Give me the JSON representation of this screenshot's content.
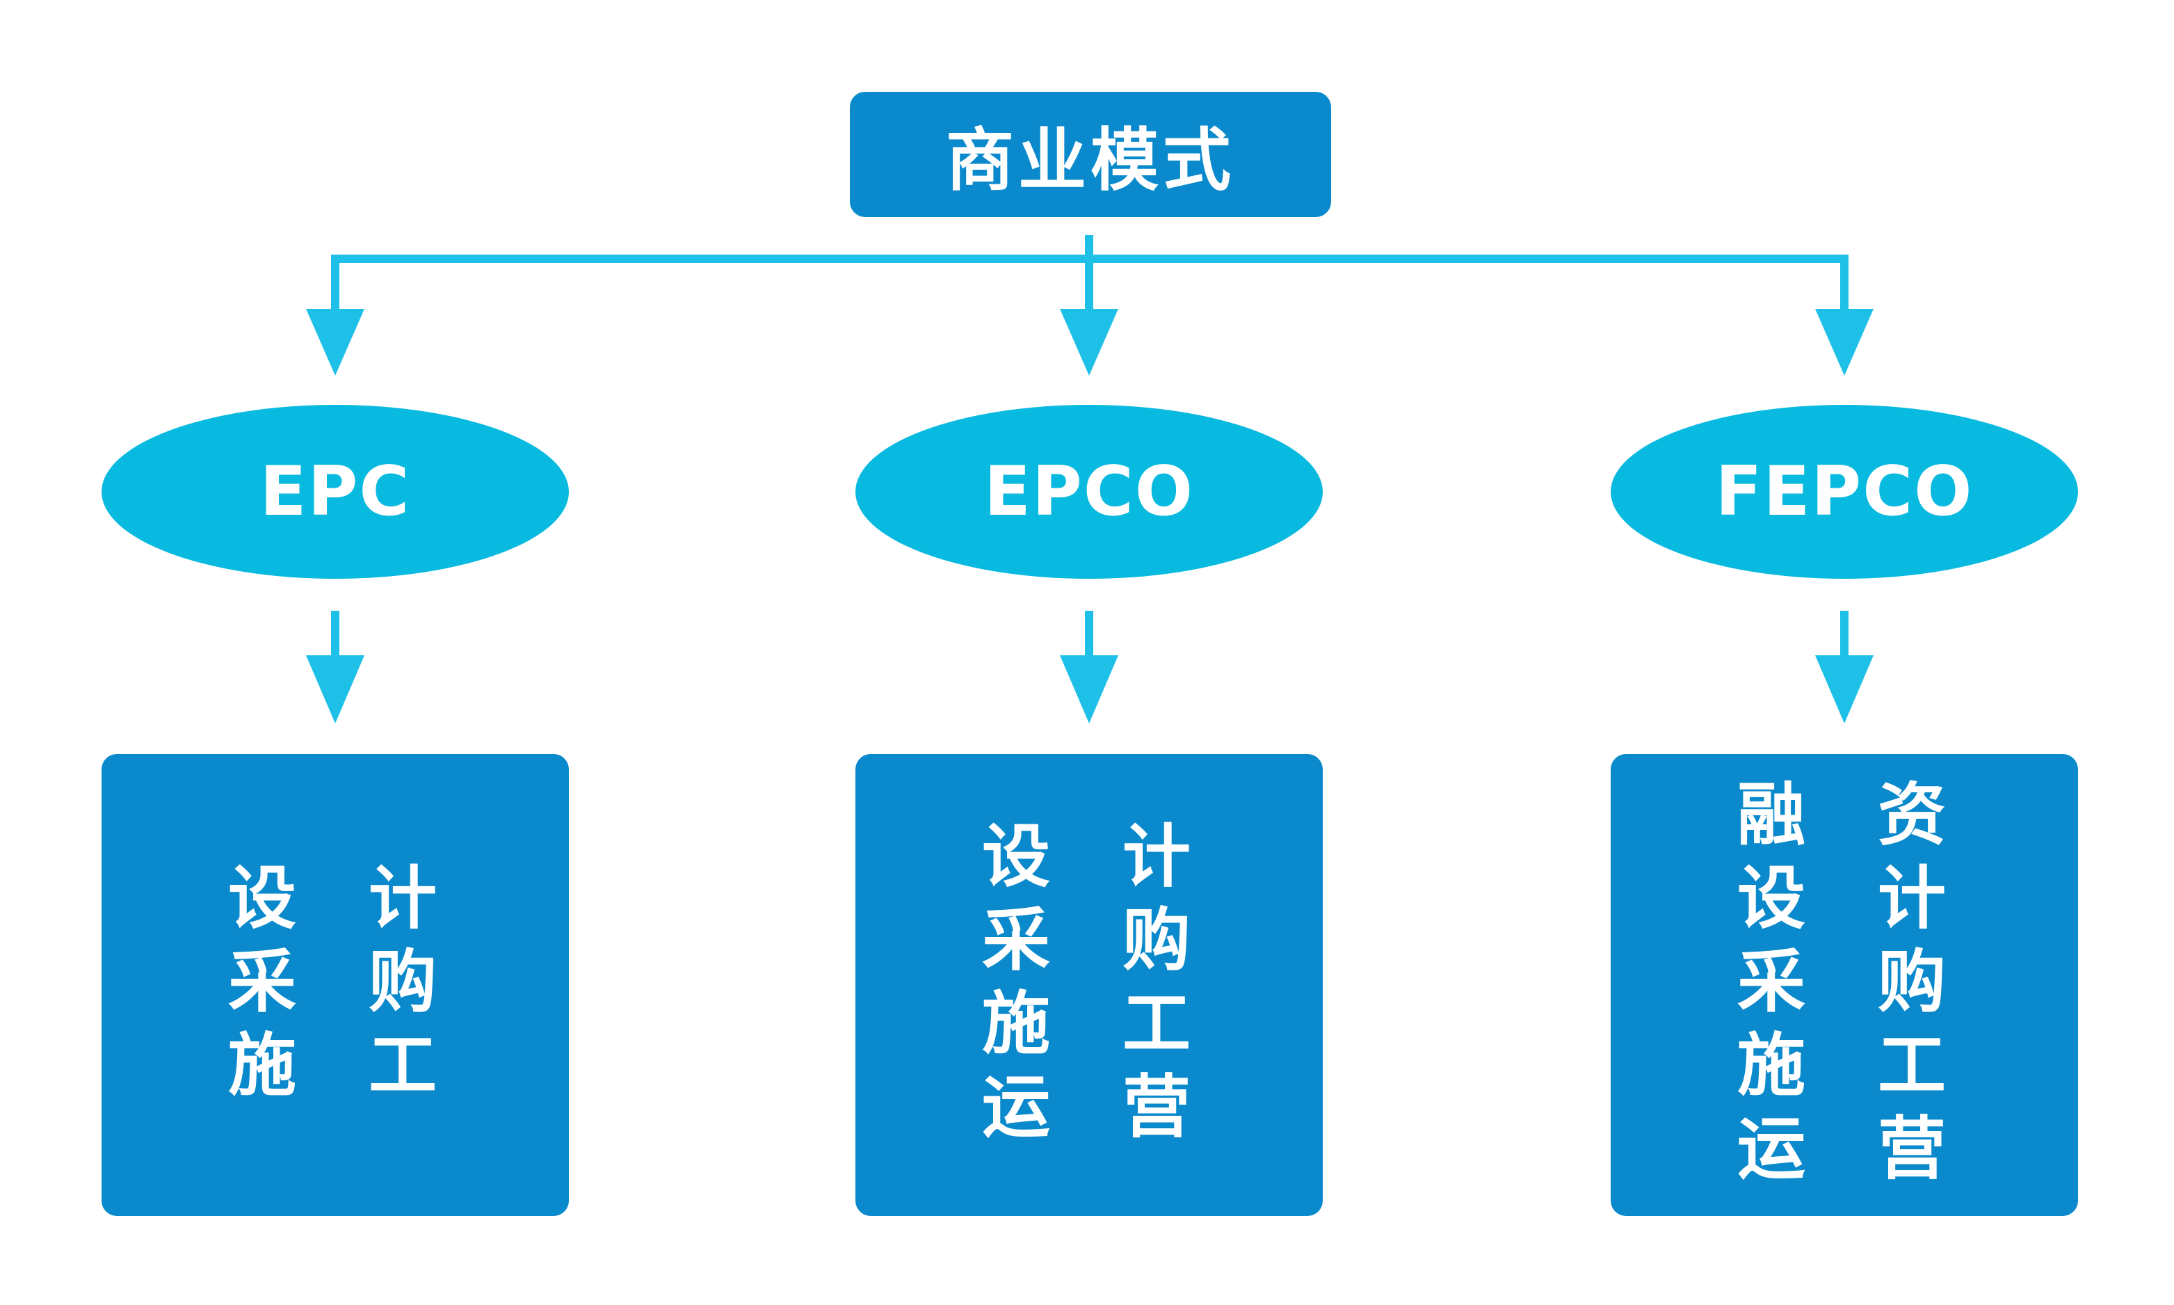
{
  "root": {
    "label": "商业模式"
  },
  "colors": {
    "box": "#0a89cc",
    "ellipse": "#08b9e0",
    "connector": "#1fc0e8",
    "text": "#ffffff"
  },
  "models": [
    {
      "name": "EPC",
      "left_chars": [
        "设",
        "采",
        "施"
      ],
      "right_chars": [
        "计",
        "购",
        "工"
      ]
    },
    {
      "name": "EPCO",
      "left_chars": [
        "设",
        "采",
        "施",
        "运"
      ],
      "right_chars": [
        "计",
        "购",
        "工",
        "营"
      ]
    },
    {
      "name": "FEPCO",
      "left_chars": [
        "融",
        "设",
        "采",
        "施",
        "运"
      ],
      "right_chars": [
        "资",
        "计",
        "购",
        "工",
        "营"
      ]
    }
  ]
}
